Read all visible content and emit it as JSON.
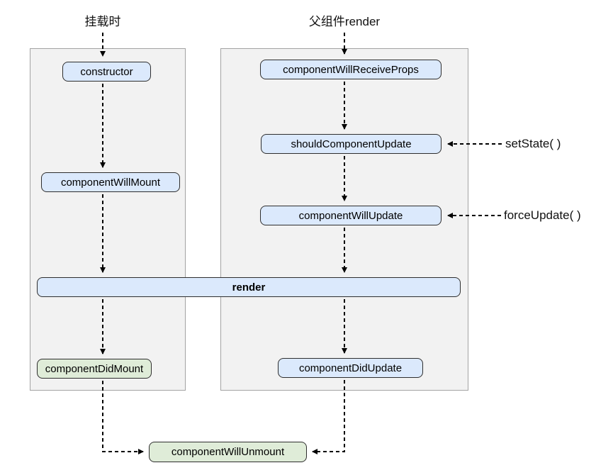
{
  "diagram": {
    "headers": {
      "mount": "挂载时",
      "parent_render": "父组件render"
    },
    "nodes": {
      "constructor": "constructor",
      "component_will_mount": "componentWillMount",
      "component_did_mount": "componentDidMount",
      "component_will_receive_props": "componentWillReceiveProps",
      "should_component_update": "shouldComponentUpdate",
      "component_will_update": "componentWillUpdate",
      "render": "render",
      "component_did_update": "componentDidUpdate",
      "component_will_unmount": "componentWillUnmount"
    },
    "triggers": {
      "set_state": "setState( )",
      "force_update": "forceUpdate( )"
    },
    "colors": {
      "lifecycle_box_fill": "#dbe9fc",
      "did_lifecycle_box_fill": "#dfecd8",
      "box_border": "#2e2e2e",
      "panel_fill": "#f2f2f2",
      "panel_border": "#a3a3a3",
      "arrow": "#000000",
      "background": "#ffffff"
    }
  }
}
